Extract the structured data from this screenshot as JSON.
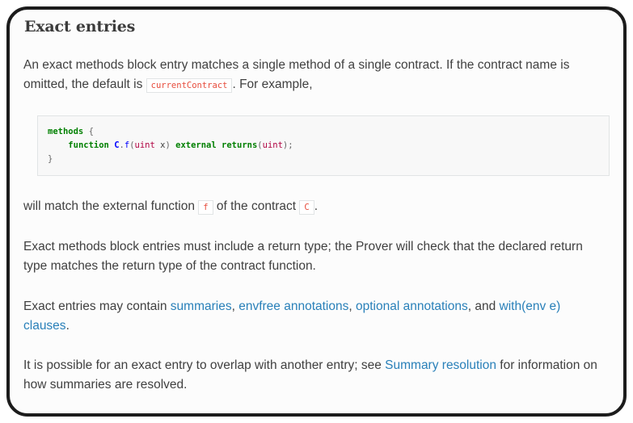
{
  "section": {
    "title": "Exact entries"
  },
  "paragraphs": {
    "p1": {
      "text_before": "An exact methods block entry matches a single method of a single contract. If the contract name is omitted, the default is ",
      "code": "currentContract",
      "text_after": ". For example,"
    },
    "code_block": {
      "line1_keyword": "methods",
      "line1_brace": " {",
      "line2_indent": "    ",
      "line2_function": "function",
      "line2_contract": "C",
      "line2_dot": ".",
      "line2_method": "f",
      "line2_open": "(",
      "line2_type": "uint",
      "line2_param": " x",
      "line2_close": ")",
      "line2_external": "external",
      "line2_returns": "returns",
      "line2_ret_open": "(",
      "line2_ret_type": "uint",
      "line2_ret_close": ");",
      "line3_brace": "}"
    },
    "p2": {
      "text_before": "will match the external function ",
      "code1": "f",
      "text_middle": " of the contract ",
      "code2": "C",
      "text_after": "."
    },
    "p3": {
      "text": "Exact methods block entries must include a return type; the Prover will check that the declared return type matches the return type of the contract function."
    },
    "p4": {
      "text_before": "Exact entries may contain ",
      "link1": "summaries",
      "sep1": ", ",
      "link2": "envfree annotations",
      "sep2": ", ",
      "link3": "optional annotations",
      "sep3": ", and ",
      "link4": "with(env e) clauses",
      "text_after": "."
    },
    "p5": {
      "text_before": "It is possible for an exact entry to overlap with another entry; see ",
      "link": "Summary resolution",
      "text_after": " for information on how summaries are resolved."
    }
  },
  "colors": {
    "text": "#404040",
    "link": "#2980b9",
    "inline_code": "#e74c3c",
    "code_keyword": "#008000",
    "code_name": "#0000ff",
    "code_type": "#b00040",
    "frame_border": "#1c1c1c"
  }
}
